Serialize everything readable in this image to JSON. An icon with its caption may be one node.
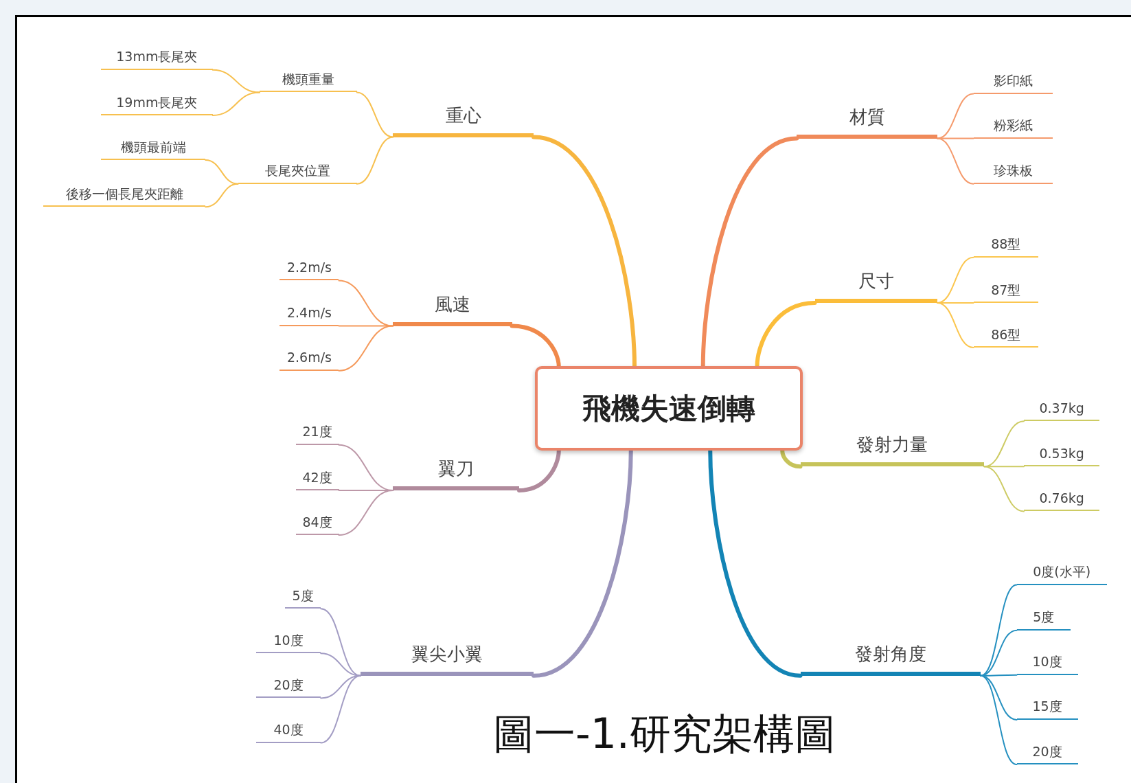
{
  "diagram": {
    "caption": "圖一-1.研究架構圖",
    "nodes": [
      {
        "text": [
          "飛機失速倒轉"
        ]
      },
      {
        "text": [
          "重心"
        ]
      },
      {
        "text": [
          "機頭重量"
        ]
      },
      {
        "text": [
          "13mm長尾夾"
        ]
      },
      {
        "text": [
          "19mm長尾夾"
        ]
      },
      {
        "text": [
          "長尾夾位置"
        ]
      },
      {
        "text": [
          "機頭最前端"
        ]
      },
      {
        "text": [
          "後移一個長尾夾距離"
        ]
      },
      {
        "text": [
          "風速"
        ]
      },
      {
        "text": [
          "2.2m/s"
        ]
      },
      {
        "text": [
          "2.4m/s"
        ]
      },
      {
        "text": [
          "2.6m/s"
        ]
      },
      {
        "text": [
          "翼刀"
        ]
      },
      {
        "text": [
          "21度"
        ]
      },
      {
        "text": [
          "42度"
        ]
      },
      {
        "text": [
          "84度"
        ]
      },
      {
        "text": [
          "翼尖小翼"
        ]
      },
      {
        "text": [
          "5度"
        ]
      },
      {
        "text": [
          "10度"
        ]
      },
      {
        "text": [
          "20度"
        ]
      },
      {
        "text": [
          "40度"
        ]
      },
      {
        "text": [
          "材質"
        ]
      },
      {
        "text": [
          "影印紙"
        ]
      },
      {
        "text": [
          "粉彩紙"
        ]
      },
      {
        "text": [
          "珍珠板"
        ]
      },
      {
        "text": [
          "尺寸"
        ]
      },
      {
        "text": [
          "88型"
        ]
      },
      {
        "text": [
          "87型"
        ]
      },
      {
        "text": [
          "86型"
        ]
      },
      {
        "text": [
          "發射力量"
        ]
      },
      {
        "text": [
          "0.37kg"
        ]
      },
      {
        "text": [
          "0.53kg"
        ]
      },
      {
        "text": [
          "0.76kg"
        ]
      },
      {
        "text": [
          "發射角度"
        ]
      },
      {
        "text": [
          "0度(水平)"
        ]
      },
      {
        "text": [
          "5度"
        ]
      },
      {
        "text": [
          "10度"
        ]
      },
      {
        "text": [
          "15度"
        ]
      },
      {
        "text": [
          "20度"
        ]
      }
    ],
    "edges": [
      {
        "from": 0,
        "to": 1,
        "arrow": "none",
        "style": "thick",
        "color": "#f7b53f"
      },
      {
        "from": 1,
        "to": 2,
        "arrow": "none",
        "color": "#f7c04f"
      },
      {
        "from": 2,
        "to": 3,
        "arrow": "none",
        "color": "#f7c04f"
      },
      {
        "from": 2,
        "to": 4,
        "arrow": "none",
        "color": "#f7c04f"
      },
      {
        "from": 1,
        "to": 5,
        "arrow": "none",
        "color": "#f7c04f"
      },
      {
        "from": 5,
        "to": 6,
        "arrow": "none",
        "color": "#f7c04f"
      },
      {
        "from": 5,
        "to": 7,
        "arrow": "none",
        "color": "#f7c04f"
      },
      {
        "from": 0,
        "to": 8,
        "arrow": "none",
        "style": "thick",
        "color": "#f0894b"
      },
      {
        "from": 8,
        "to": 9,
        "arrow": "none",
        "color": "#f59a5c"
      },
      {
        "from": 8,
        "to": 10,
        "arrow": "none",
        "color": "#f59a5c"
      },
      {
        "from": 8,
        "to": 11,
        "arrow": "none",
        "color": "#f59a5c"
      },
      {
        "from": 0,
        "to": 12,
        "arrow": "none",
        "style": "thick",
        "color": "#b08a9c"
      },
      {
        "from": 12,
        "to": 13,
        "arrow": "none",
        "color": "#bd98a8"
      },
      {
        "from": 12,
        "to": 14,
        "arrow": "none",
        "color": "#bd98a8"
      },
      {
        "from": 12,
        "to": 15,
        "arrow": "none",
        "color": "#bd98a8"
      },
      {
        "from": 0,
        "to": 16,
        "arrow": "none",
        "style": "thick",
        "color": "#9a94bb"
      },
      {
        "from": 16,
        "to": 17,
        "arrow": "none",
        "color": "#a39dc4"
      },
      {
        "from": 16,
        "to": 18,
        "arrow": "none",
        "color": "#a39dc4"
      },
      {
        "from": 16,
        "to": 19,
        "arrow": "none",
        "color": "#a39dc4"
      },
      {
        "from": 16,
        "to": 20,
        "arrow": "none",
        "color": "#a39dc4"
      },
      {
        "from": 0,
        "to": 21,
        "arrow": "none",
        "style": "thick",
        "color": "#f08a5a"
      },
      {
        "from": 21,
        "to": 22,
        "arrow": "none",
        "color": "#f59a6c"
      },
      {
        "from": 21,
        "to": 23,
        "arrow": "none",
        "color": "#f59a6c"
      },
      {
        "from": 21,
        "to": 24,
        "arrow": "none",
        "color": "#f59a6c"
      },
      {
        "from": 0,
        "to": 25,
        "arrow": "none",
        "style": "thick",
        "color": "#fbbd3a"
      },
      {
        "from": 25,
        "to": 26,
        "arrow": "none",
        "color": "#fbc64f"
      },
      {
        "from": 25,
        "to": 27,
        "arrow": "none",
        "color": "#fbc64f"
      },
      {
        "from": 25,
        "to": 28,
        "arrow": "none",
        "color": "#fbc64f"
      },
      {
        "from": 0,
        "to": 29,
        "arrow": "none",
        "style": "thick",
        "color": "#c6c35a"
      },
      {
        "from": 29,
        "to": 30,
        "arrow": "none",
        "color": "#cdcb63"
      },
      {
        "from": 29,
        "to": 31,
        "arrow": "none",
        "color": "#cdcb63"
      },
      {
        "from": 29,
        "to": 32,
        "arrow": "none",
        "color": "#cdcb63"
      },
      {
        "from": 0,
        "to": 33,
        "arrow": "none",
        "style": "thick",
        "color": "#1384b5"
      },
      {
        "from": 33,
        "to": 34,
        "arrow": "none",
        "color": "#2590c0"
      },
      {
        "from": 33,
        "to": 35,
        "arrow": "none",
        "color": "#2590c0"
      },
      {
        "from": 33,
        "to": 36,
        "arrow": "none",
        "color": "#2590c0"
      },
      {
        "from": 33,
        "to": 37,
        "arrow": "none",
        "color": "#2590c0"
      },
      {
        "from": 33,
        "to": 38,
        "arrow": "none",
        "color": "#2590c0"
      }
    ]
  }
}
